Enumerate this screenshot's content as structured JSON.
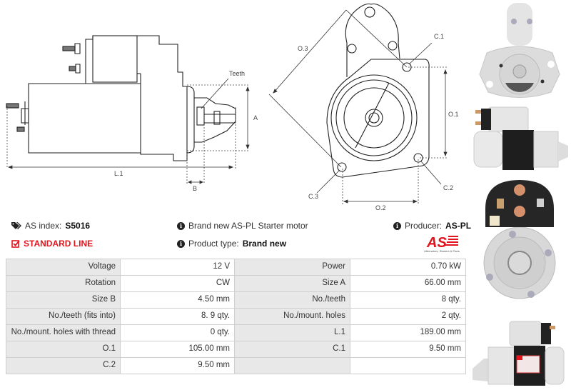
{
  "drawing": {
    "side_view_labels": {
      "teeth": "Teeth",
      "a": "A",
      "b": "B",
      "l1": "L.1"
    },
    "front_view_labels": {
      "o1": "O.1",
      "o2": "O.2",
      "o3": "O.3",
      "c1": "C.1",
      "c2": "C.2",
      "c3": "C.3"
    }
  },
  "info": {
    "as_index_label": "AS index:",
    "as_index_value": "S5016",
    "line_label": "STANDARD LINE",
    "description": "Brand new AS-PL Starter motor",
    "product_type_label": "Product type:",
    "product_type_value": "Brand new",
    "producer_label": "Producer:",
    "producer_value": "AS-PL",
    "logo_text": "AS",
    "logo_tagline": "Alternators, Starters & Parts"
  },
  "icons": {
    "tag": "tag-icon",
    "checkbox": "check-square-icon",
    "info": "info-circle-icon"
  },
  "colors": {
    "accent_red": "#e3141d",
    "label_cell_bg": "#e8e8e8",
    "value_cell_bg": "#ffffff",
    "border": "#cfcfcf"
  },
  "specs": [
    {
      "k1": "Voltage",
      "v1": "12 V",
      "k2": "Power",
      "v2": "0.70 kW"
    },
    {
      "k1": "Rotation",
      "v1": "CW",
      "k2": "Size A",
      "v2": "66.00 mm"
    },
    {
      "k1": "Size B",
      "v1": "4.50 mm",
      "k2": "No./teeth",
      "v2": "8 qty."
    },
    {
      "k1": "No./teeth (fits into)",
      "v1": "8. 9 qty.",
      "k2": "No./mount. holes",
      "v2": "2 qty."
    },
    {
      "k1": "No./mount. holes with thread",
      "v1": "0 qty.",
      "k2": "L.1",
      "v2": "189.00 mm"
    },
    {
      "k1": "O.1",
      "v1": "105.00 mm",
      "k2": "C.1",
      "v2": "9.50 mm"
    },
    {
      "k1": "C.2",
      "v1": "9.50 mm",
      "k2": "",
      "v2": ""
    }
  ]
}
